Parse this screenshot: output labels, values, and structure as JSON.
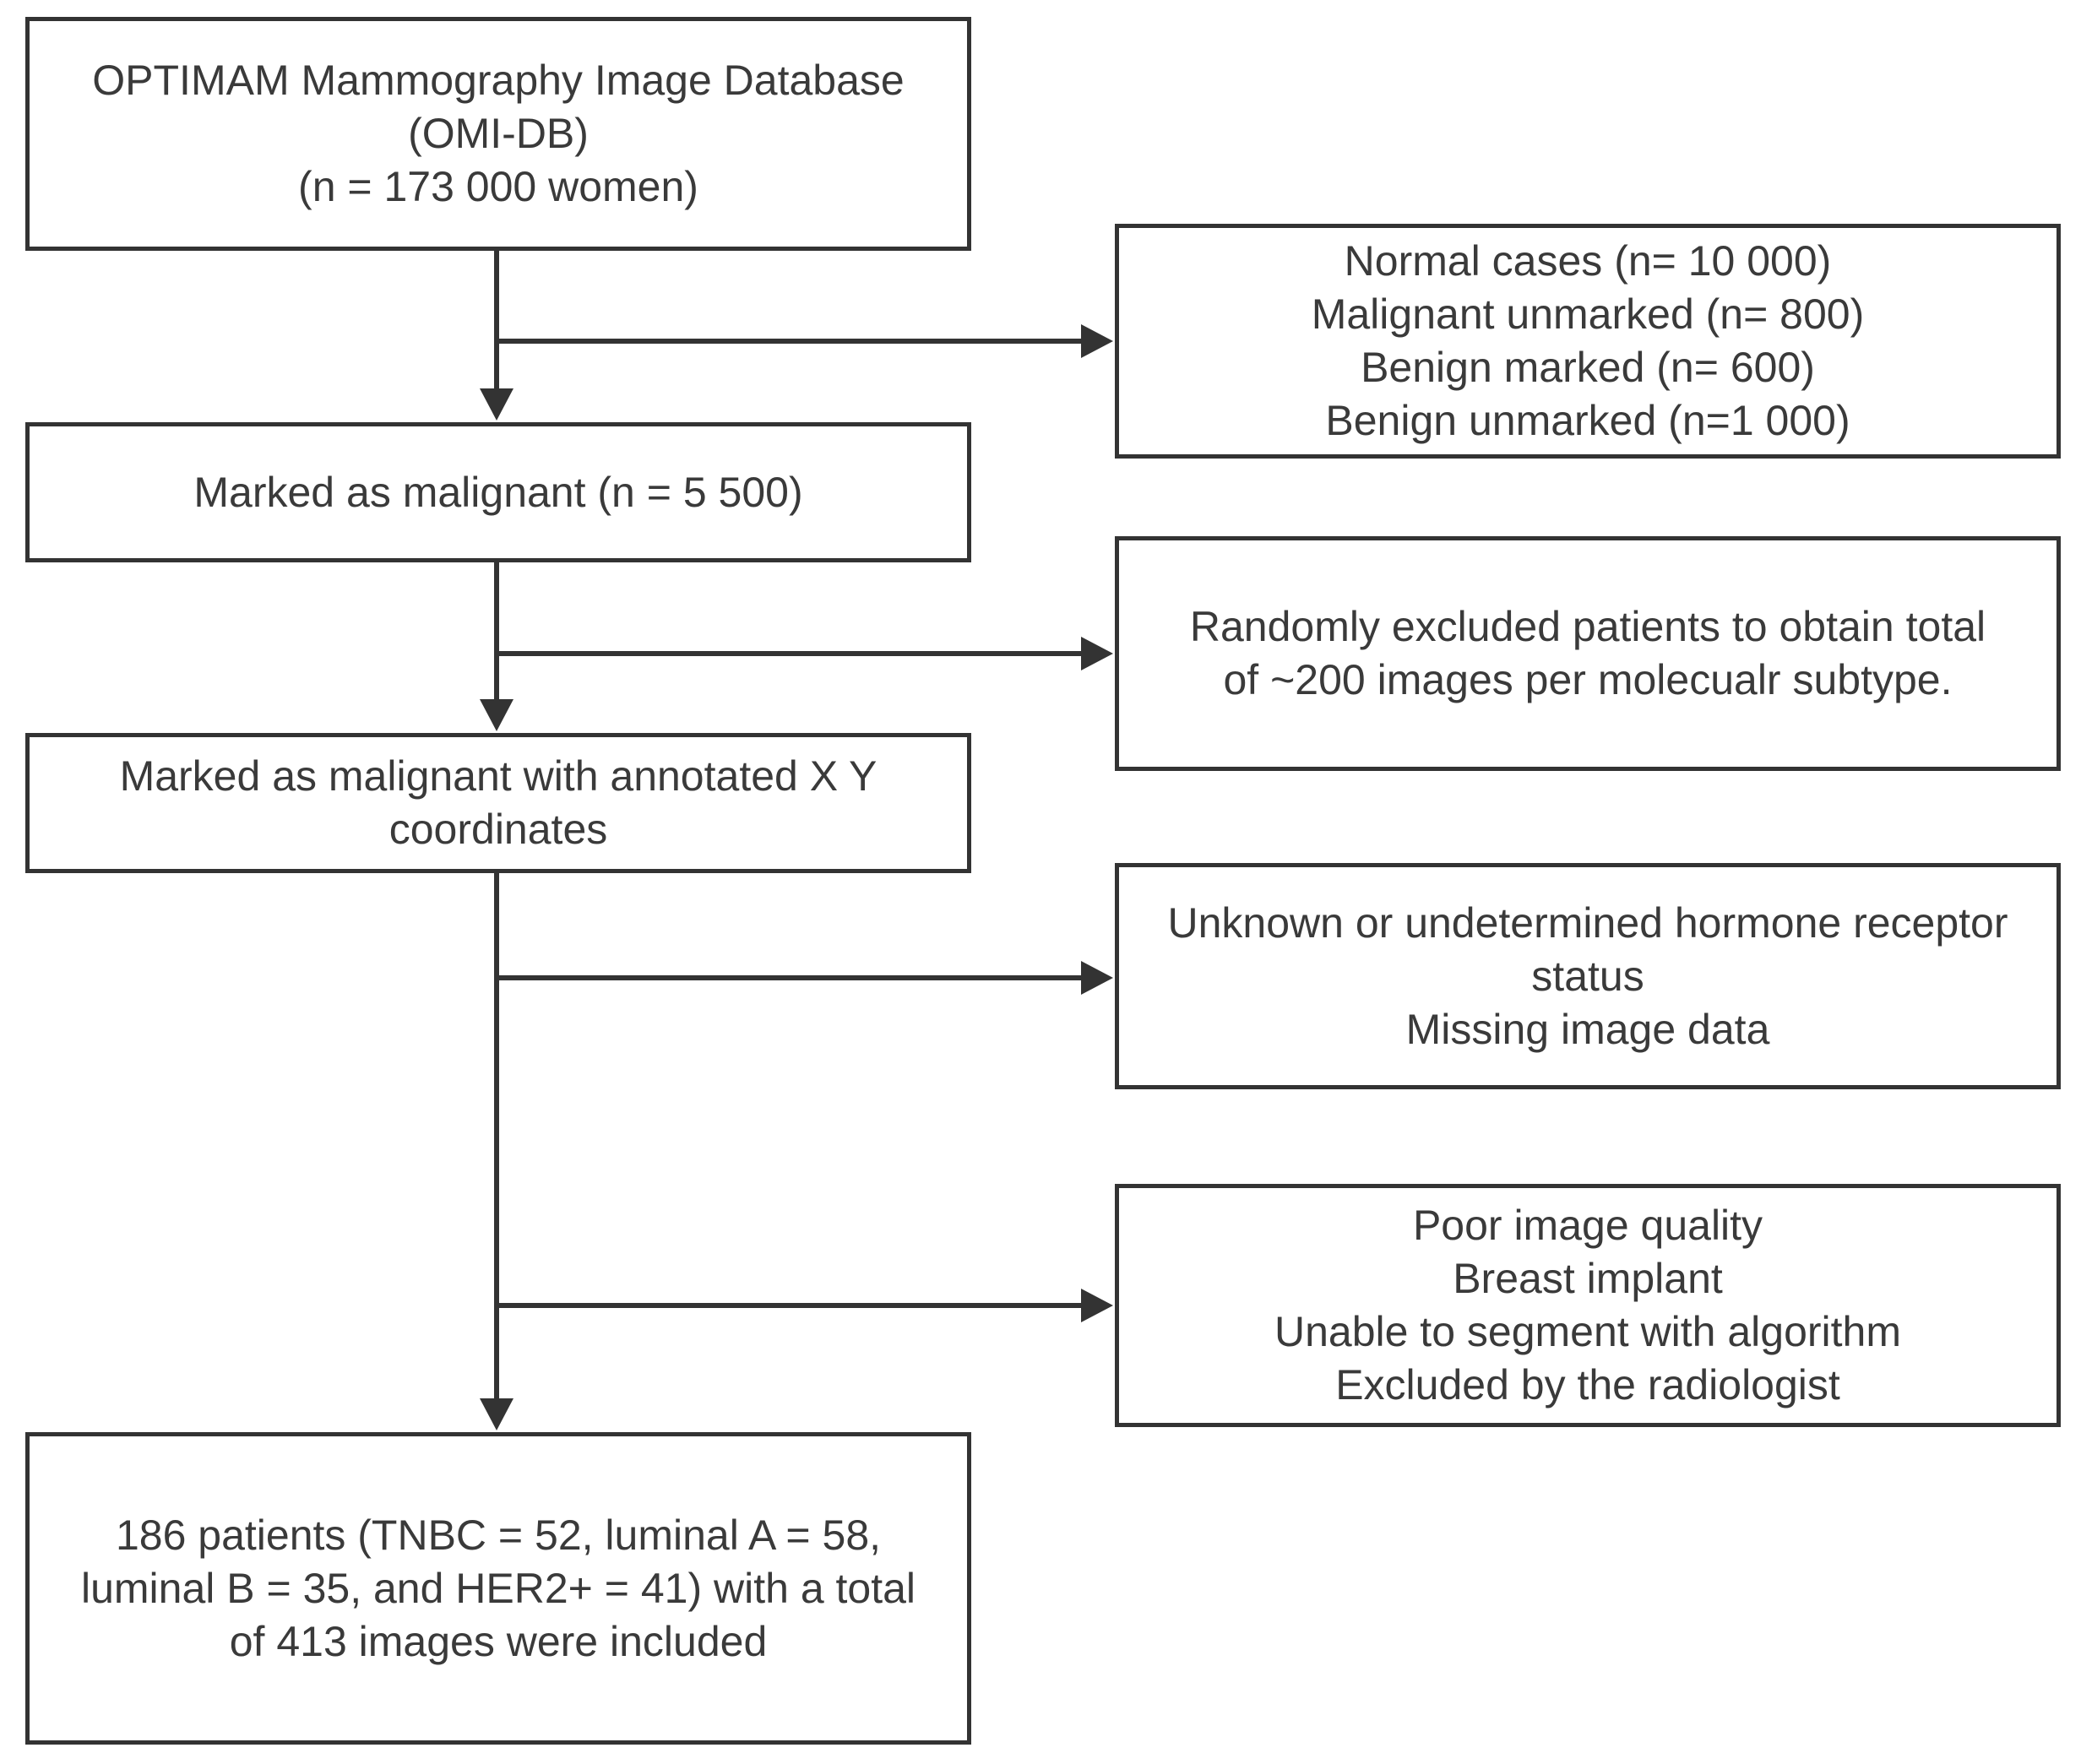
{
  "boxes": {
    "database": {
      "lines": [
        "OPTIMAM Mammography Image Database",
        "(OMI-DB)",
        "(n = 173 000 women)"
      ]
    },
    "exclusion_1": {
      "lines": [
        "Normal cases (n= 10 000)",
        "Malignant unmarked (n= 800)",
        "Benign marked (n= 600)",
        "Benign unmarked (n=1 000)"
      ]
    },
    "marked_malignant": {
      "lines": [
        "Marked as malignant (n = 5 500)"
      ]
    },
    "exclusion_2": {
      "lines": [
        "Randomly excluded patients to obtain total",
        "of ~200 images per molecualr subtype."
      ]
    },
    "annotated": {
      "lines": [
        "Marked as malignant with annotated X Y",
        "coordinates"
      ]
    },
    "exclusion_3": {
      "lines": [
        "Unknown or undetermined hormone receptor",
        "status",
        "Missing image data"
      ]
    },
    "exclusion_4": {
      "lines": [
        "Poor image quality",
        "Breast implant",
        "Unable to segment with algorithm",
        "Excluded by the radiologist"
      ]
    },
    "final": {
      "lines": [
        "186 patients (TNBC = 52, luminal A = 58,",
        "luminal B = 35, and HER2+ = 41) with a total",
        "of  413 images  were included"
      ]
    }
  },
  "colors": {
    "stroke": "#333333",
    "text": "#3a3a3a",
    "background": "#ffffff"
  }
}
